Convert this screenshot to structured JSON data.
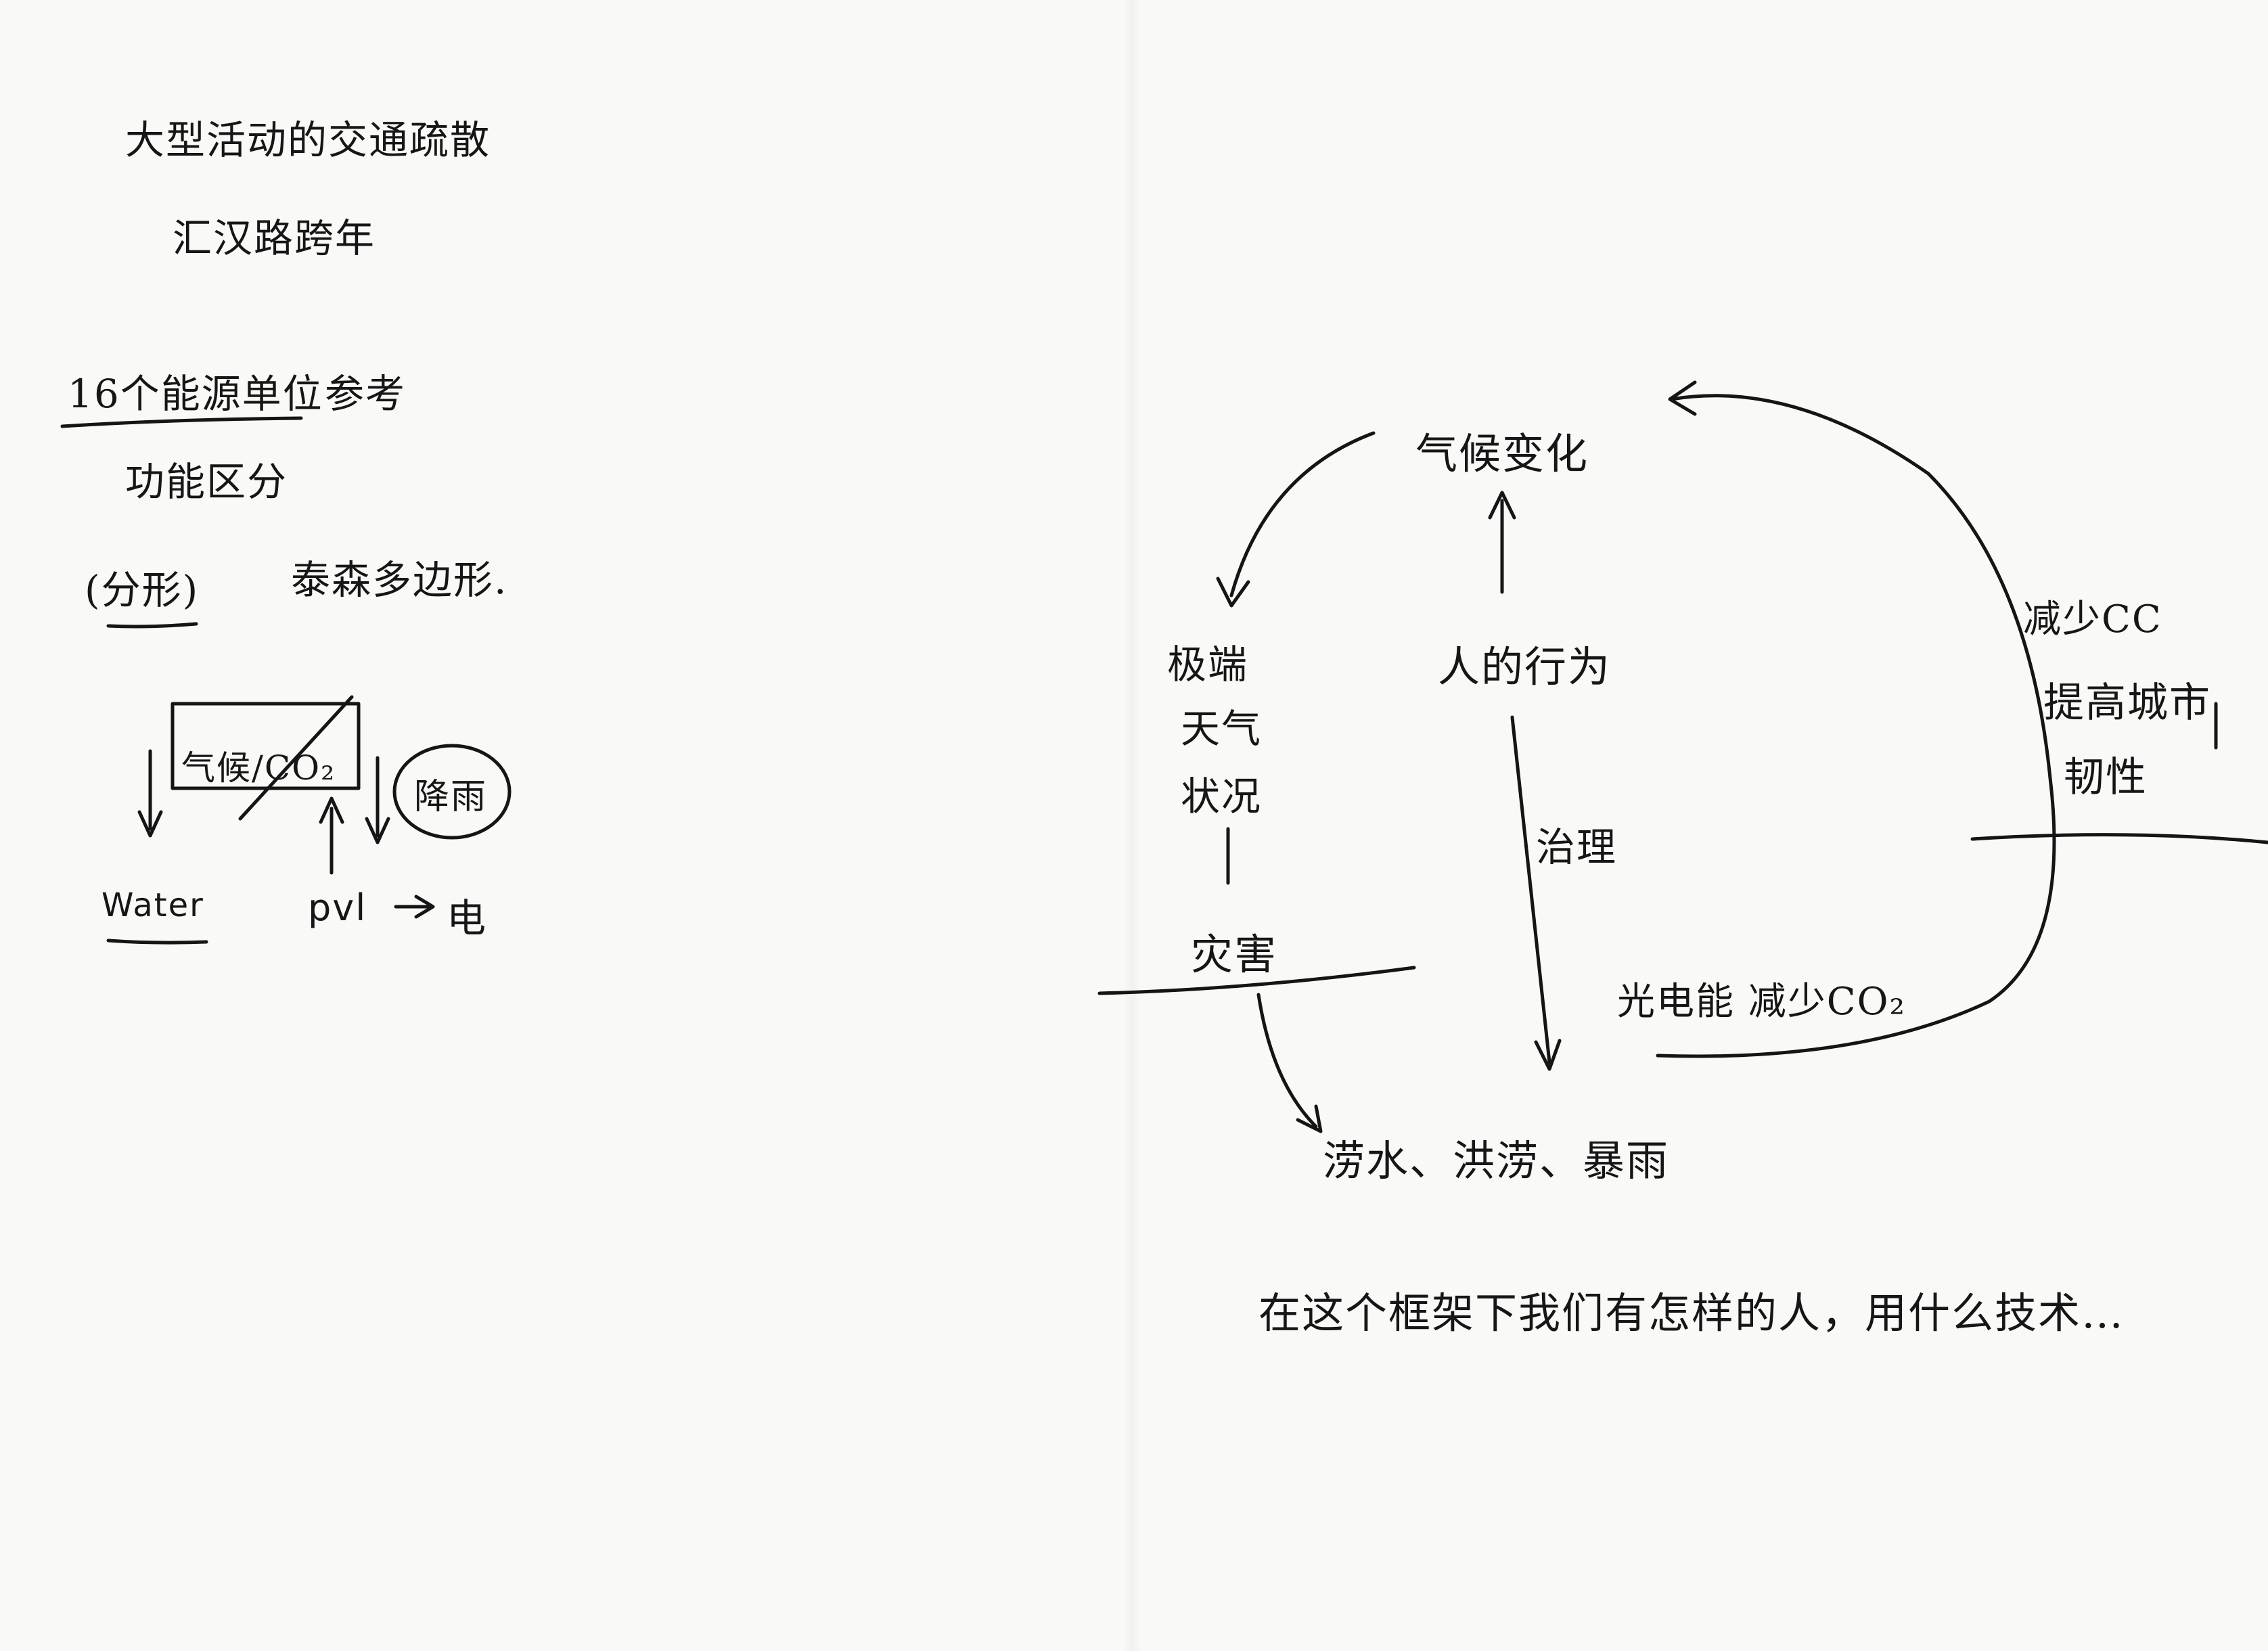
{
  "left_page": {
    "title": "大型活动的交通疏散",
    "subtitle": "汇汉路跨年",
    "energy_note": "16个能源单位",
    "reference": "参考",
    "function_division": "功能区分",
    "partition": "(分形)",
    "polygon": "泰森多边形.",
    "climate_co2": "气候/CO₂",
    "rainfall": "降雨",
    "water": "Water",
    "pvl": "pvl",
    "electricity": "电"
  },
  "right_page": {
    "climate_change": "气候变化",
    "extreme": "极端",
    "weather": "天气",
    "condition": "状况",
    "human_behavior": "人的行为",
    "governance": "治理",
    "disaster": "灾害",
    "floods": "涝水、洪涝、暴雨",
    "reduce_cc": "减少CC",
    "improve": "提高城市",
    "resilience": "韧性",
    "solar_reduce": "光电能 减少CO₂",
    "question": "在这个框架下我们有怎样的人，用什么技术…"
  }
}
